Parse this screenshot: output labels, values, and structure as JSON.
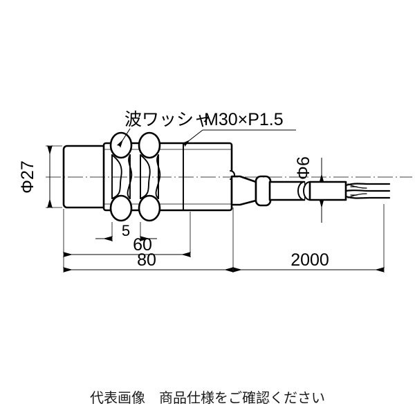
{
  "drawing": {
    "type": "dimensional-technical-drawing",
    "subject": "cylindrical proximity sensor with threaded barrel and cable",
    "background_color": "#ffffff",
    "line_color": "#000000",
    "labels": {
      "wave_washer": "波ワッシャ",
      "thread_spec": "M30×P1.5"
    },
    "dimensions": {
      "body_diameter": "Φ27",
      "cable_diameter": "Φ6",
      "washer_gap": "5",
      "thread_length": "60",
      "body_length": "80",
      "cable_length": "2000"
    }
  },
  "caption": {
    "text": "代表画像　商品仕様をご確認ください"
  }
}
